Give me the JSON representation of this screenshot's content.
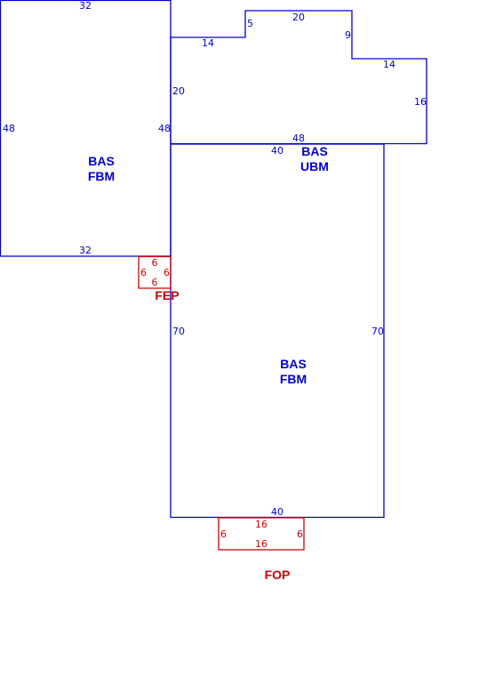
{
  "colors": {
    "structure": "#0000cc",
    "porch": "#cc0000",
    "background": "#ffffff"
  },
  "sections": [
    {
      "id": "bas-fbm-left",
      "kind": "structure",
      "label_lines": [
        "BAS",
        "FBM"
      ],
      "dimensions": [
        "32",
        "48",
        "48",
        "32"
      ]
    },
    {
      "id": "bas-ubm",
      "kind": "structure",
      "label_lines": [
        "BAS",
        "UBM"
      ],
      "dimensions": [
        "14",
        "5",
        "20",
        "9",
        "14",
        "16",
        "48",
        "20"
      ]
    },
    {
      "id": "bas-fbm-main",
      "kind": "structure",
      "label_lines": [
        "BAS",
        "FBM"
      ],
      "dimensions": [
        "40",
        "70",
        "70",
        "40"
      ]
    },
    {
      "id": "fep",
      "kind": "porch",
      "label_lines": [
        "FEP"
      ],
      "dimensions": [
        "6",
        "6",
        "6",
        "6"
      ]
    },
    {
      "id": "fop",
      "kind": "porch",
      "label_lines": [
        "FOP"
      ],
      "dimensions": [
        "16",
        "6",
        "6",
        "16"
      ]
    }
  ]
}
